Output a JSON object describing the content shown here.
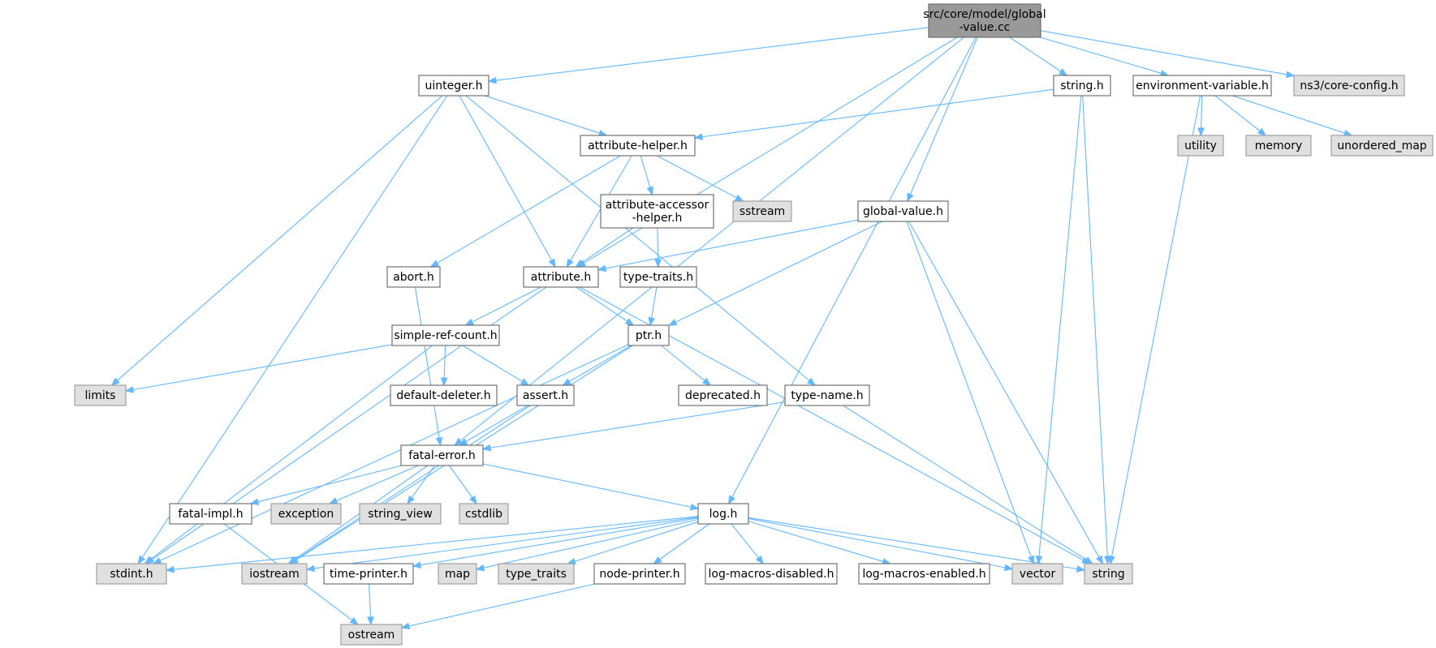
{
  "colors": {
    "root_fill": "#999999",
    "root_border": "#666666",
    "file_fill": "#ffffff",
    "file_border": "#666666",
    "system_fill": "#e0e0e0",
    "system_border": "#999999",
    "edge": "#63b8ff",
    "text": "#000000"
  },
  "nodes": [
    {
      "id": "root",
      "lines": [
        "src/core/model/global",
        "-value.cc"
      ],
      "kind": "root"
    },
    {
      "id": "uinteger",
      "lines": [
        "uinteger.h"
      ],
      "kind": "file"
    },
    {
      "id": "string_h",
      "lines": [
        "string.h"
      ],
      "kind": "file"
    },
    {
      "id": "envvar",
      "lines": [
        "environment-variable.h"
      ],
      "kind": "file"
    },
    {
      "id": "coreconfig",
      "lines": [
        "ns3/core-config.h"
      ],
      "kind": "system"
    },
    {
      "id": "attrhelper",
      "lines": [
        "attribute-helper.h"
      ],
      "kind": "file"
    },
    {
      "id": "utility",
      "lines": [
        "utility"
      ],
      "kind": "system"
    },
    {
      "id": "memory",
      "lines": [
        "memory"
      ],
      "kind": "system"
    },
    {
      "id": "unordered_map",
      "lines": [
        "unordered_map"
      ],
      "kind": "system"
    },
    {
      "id": "globalvalue",
      "lines": [
        "global-value.h"
      ],
      "kind": "file"
    },
    {
      "id": "attraccessor",
      "lines": [
        "attribute-accessor",
        "-helper.h"
      ],
      "kind": "file"
    },
    {
      "id": "sstream",
      "lines": [
        "sstream"
      ],
      "kind": "system"
    },
    {
      "id": "abort",
      "lines": [
        "abort.h"
      ],
      "kind": "file"
    },
    {
      "id": "attribute",
      "lines": [
        "attribute.h"
      ],
      "kind": "file"
    },
    {
      "id": "typetraits_h",
      "lines": [
        "type-traits.h"
      ],
      "kind": "file"
    },
    {
      "id": "simplerefcount",
      "lines": [
        "simple-ref-count.h"
      ],
      "kind": "file"
    },
    {
      "id": "ptr",
      "lines": [
        "ptr.h"
      ],
      "kind": "file"
    },
    {
      "id": "limits",
      "lines": [
        "limits"
      ],
      "kind": "system"
    },
    {
      "id": "defaultdeleter",
      "lines": [
        "default-deleter.h"
      ],
      "kind": "file"
    },
    {
      "id": "assert",
      "lines": [
        "assert.h"
      ],
      "kind": "file"
    },
    {
      "id": "deprecated",
      "lines": [
        "deprecated.h"
      ],
      "kind": "file"
    },
    {
      "id": "typename",
      "lines": [
        "type-name.h"
      ],
      "kind": "file"
    },
    {
      "id": "fatalerror",
      "lines": [
        "fatal-error.h"
      ],
      "kind": "file"
    },
    {
      "id": "fatalimpl",
      "lines": [
        "fatal-impl.h"
      ],
      "kind": "file"
    },
    {
      "id": "exception",
      "lines": [
        "exception"
      ],
      "kind": "system"
    },
    {
      "id": "string_view",
      "lines": [
        "string_view"
      ],
      "kind": "system"
    },
    {
      "id": "cstdlib",
      "lines": [
        "cstdlib"
      ],
      "kind": "system"
    },
    {
      "id": "log",
      "lines": [
        "log.h"
      ],
      "kind": "file"
    },
    {
      "id": "stdint",
      "lines": [
        "stdint.h"
      ],
      "kind": "system"
    },
    {
      "id": "iostream",
      "lines": [
        "iostream"
      ],
      "kind": "system"
    },
    {
      "id": "timeprinter",
      "lines": [
        "time-printer.h"
      ],
      "kind": "file"
    },
    {
      "id": "map",
      "lines": [
        "map"
      ],
      "kind": "system"
    },
    {
      "id": "type_traits",
      "lines": [
        "type_traits"
      ],
      "kind": "system"
    },
    {
      "id": "nodeprinter",
      "lines": [
        "node-printer.h"
      ],
      "kind": "file"
    },
    {
      "id": "logmacrosdisabled",
      "lines": [
        "log-macros-disabled.h"
      ],
      "kind": "file"
    },
    {
      "id": "logmacrosenabled",
      "lines": [
        "log-macros-enabled.h"
      ],
      "kind": "file"
    },
    {
      "id": "vector",
      "lines": [
        "vector"
      ],
      "kind": "system"
    },
    {
      "id": "string",
      "lines": [
        "string"
      ],
      "kind": "system"
    },
    {
      "id": "ostream",
      "lines": [
        "ostream"
      ],
      "kind": "system"
    }
  ],
  "edges": [
    {
      "from": "root",
      "to": "uinteger"
    },
    {
      "from": "root",
      "to": "string_h"
    },
    {
      "from": "root",
      "to": "envvar"
    },
    {
      "from": "root",
      "to": "coreconfig"
    },
    {
      "from": "root",
      "to": "globalvalue"
    },
    {
      "from": "root",
      "to": "attribute"
    },
    {
      "from": "root",
      "to": "fatalerror"
    },
    {
      "from": "root",
      "to": "log"
    },
    {
      "from": "uinteger",
      "to": "attrhelper"
    },
    {
      "from": "uinteger",
      "to": "attribute"
    },
    {
      "from": "uinteger",
      "to": "typename"
    },
    {
      "from": "uinteger",
      "to": "limits"
    },
    {
      "from": "uinteger",
      "to": "stdint"
    },
    {
      "from": "string_h",
      "to": "attrhelper"
    },
    {
      "from": "string_h",
      "to": "vector"
    },
    {
      "from": "string_h",
      "to": "string"
    },
    {
      "from": "envvar",
      "to": "utility"
    },
    {
      "from": "envvar",
      "to": "memory"
    },
    {
      "from": "envvar",
      "to": "unordered_map"
    },
    {
      "from": "envvar",
      "to": "string"
    },
    {
      "from": "attrhelper",
      "to": "attraccessor"
    },
    {
      "from": "attrhelper",
      "to": "sstream"
    },
    {
      "from": "attrhelper",
      "to": "abort"
    },
    {
      "from": "attrhelper",
      "to": "attribute"
    },
    {
      "from": "attraccessor",
      "to": "attribute"
    },
    {
      "from": "attraccessor",
      "to": "typetraits_h"
    },
    {
      "from": "globalvalue",
      "to": "attribute"
    },
    {
      "from": "globalvalue",
      "to": "ptr"
    },
    {
      "from": "globalvalue",
      "to": "vector"
    },
    {
      "from": "globalvalue",
      "to": "string"
    },
    {
      "from": "abort",
      "to": "fatalerror"
    },
    {
      "from": "attribute",
      "to": "simplerefcount"
    },
    {
      "from": "attribute",
      "to": "ptr"
    },
    {
      "from": "attribute",
      "to": "stdint"
    },
    {
      "from": "attribute",
      "to": "string"
    },
    {
      "from": "typetraits_h",
      "to": "ptr"
    },
    {
      "from": "simplerefcount",
      "to": "limits"
    },
    {
      "from": "simplerefcount",
      "to": "defaultdeleter"
    },
    {
      "from": "simplerefcount",
      "to": "assert"
    },
    {
      "from": "simplerefcount",
      "to": "stdint"
    },
    {
      "from": "ptr",
      "to": "assert"
    },
    {
      "from": "ptr",
      "to": "deprecated"
    },
    {
      "from": "ptr",
      "to": "iostream"
    },
    {
      "from": "ptr",
      "to": "stdint"
    },
    {
      "from": "assert",
      "to": "fatalerror"
    },
    {
      "from": "assert",
      "to": "iostream"
    },
    {
      "from": "typename",
      "to": "fatalerror"
    },
    {
      "from": "typename",
      "to": "string"
    },
    {
      "from": "fatalerror",
      "to": "fatalimpl"
    },
    {
      "from": "fatalerror",
      "to": "exception"
    },
    {
      "from": "fatalerror",
      "to": "string_view"
    },
    {
      "from": "fatalerror",
      "to": "cstdlib"
    },
    {
      "from": "fatalerror",
      "to": "log"
    },
    {
      "from": "fatalerror",
      "to": "iostream"
    },
    {
      "from": "fatalimpl",
      "to": "ostream"
    },
    {
      "from": "log",
      "to": "stdint"
    },
    {
      "from": "log",
      "to": "iostream"
    },
    {
      "from": "log",
      "to": "timeprinter"
    },
    {
      "from": "log",
      "to": "map"
    },
    {
      "from": "log",
      "to": "type_traits"
    },
    {
      "from": "log",
      "to": "nodeprinter"
    },
    {
      "from": "log",
      "to": "logmacrosdisabled"
    },
    {
      "from": "log",
      "to": "logmacrosenabled"
    },
    {
      "from": "log",
      "to": "vector"
    },
    {
      "from": "log",
      "to": "string"
    },
    {
      "from": "timeprinter",
      "to": "ostream"
    },
    {
      "from": "nodeprinter",
      "to": "ostream"
    }
  ]
}
